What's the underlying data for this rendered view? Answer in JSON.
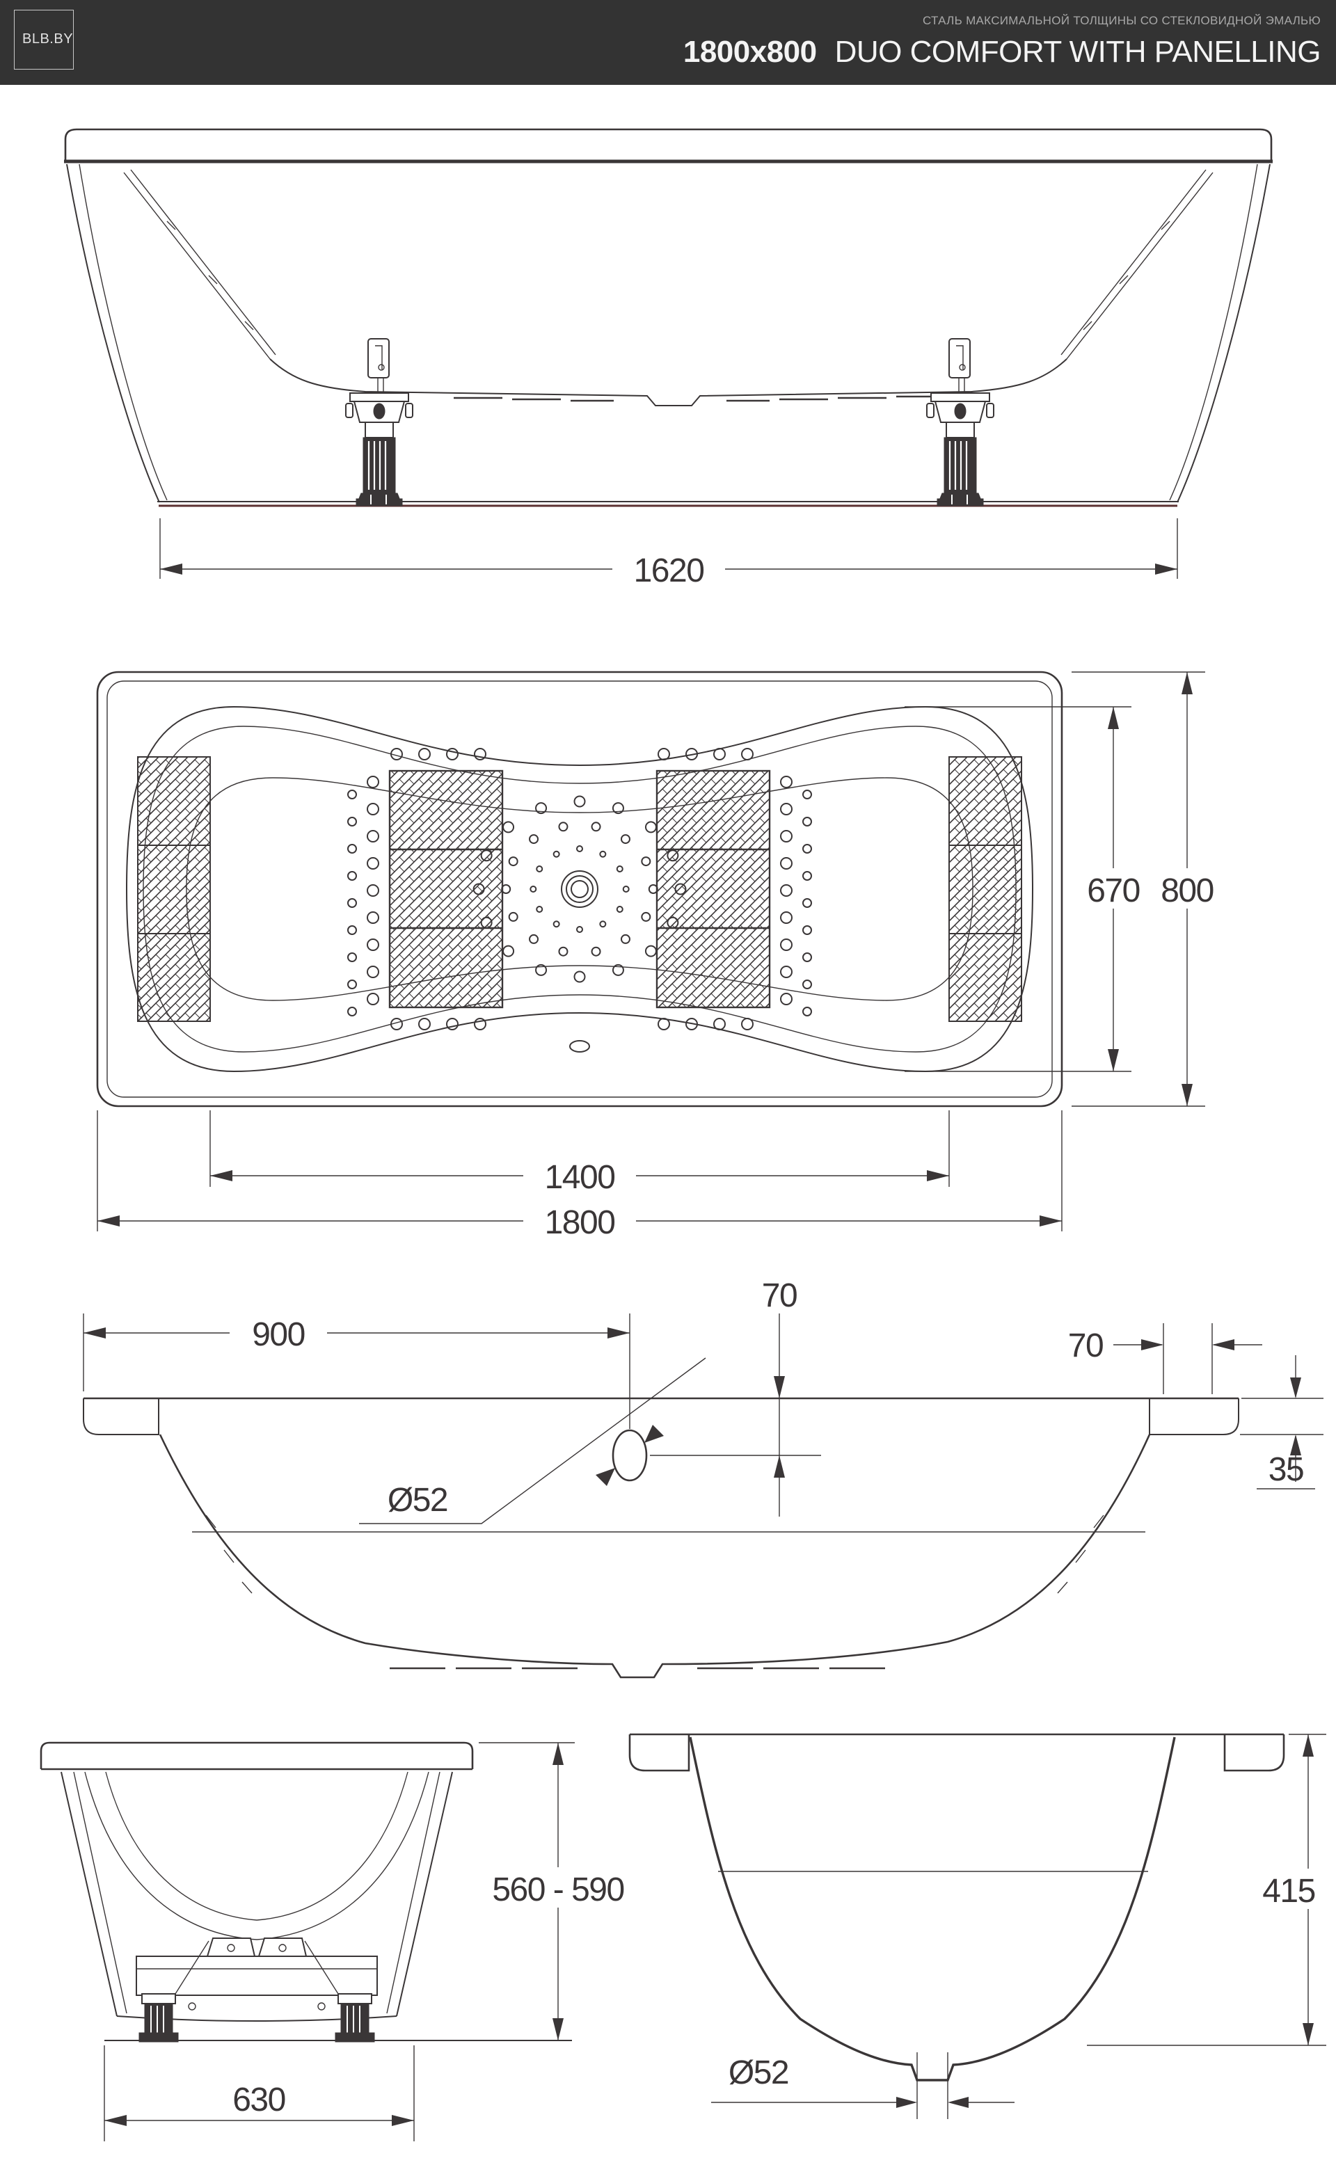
{
  "header": {
    "logo": "BLB.BY",
    "subtitle": "СТАЛЬ МАКСИМАЛЬНОЙ ТОЛЩИНЫ СО СТЕКЛОВИДНОЙ ЭМАЛЬЮ",
    "model": "1800x800",
    "title": "DUO COMFORT WITH PANELLING"
  },
  "views": {
    "front_elevation": {
      "dims": {
        "base_width": "1620"
      }
    },
    "plan": {
      "dims": {
        "inner_length": "1400",
        "overall_length": "1800",
        "inner_width": "670",
        "overall_width": "800"
      }
    },
    "long_section": {
      "dims": {
        "overflow_distance": "900",
        "overflow_drop": "70",
        "rim_overhang": "70",
        "apron_lip": "35",
        "overflow_diameter": "Ø52"
      }
    },
    "end_elevation": {
      "dims": {
        "install_height": "560 - 590",
        "base_width": "630"
      }
    },
    "end_section": {
      "dims": {
        "depth": "415",
        "drain_diameter": "Ø52"
      }
    }
  },
  "colors": {
    "header_bg": "#333333",
    "line": "#3a3637",
    "subtitle": "#a8a8a8",
    "accent": "#5c3232"
  }
}
